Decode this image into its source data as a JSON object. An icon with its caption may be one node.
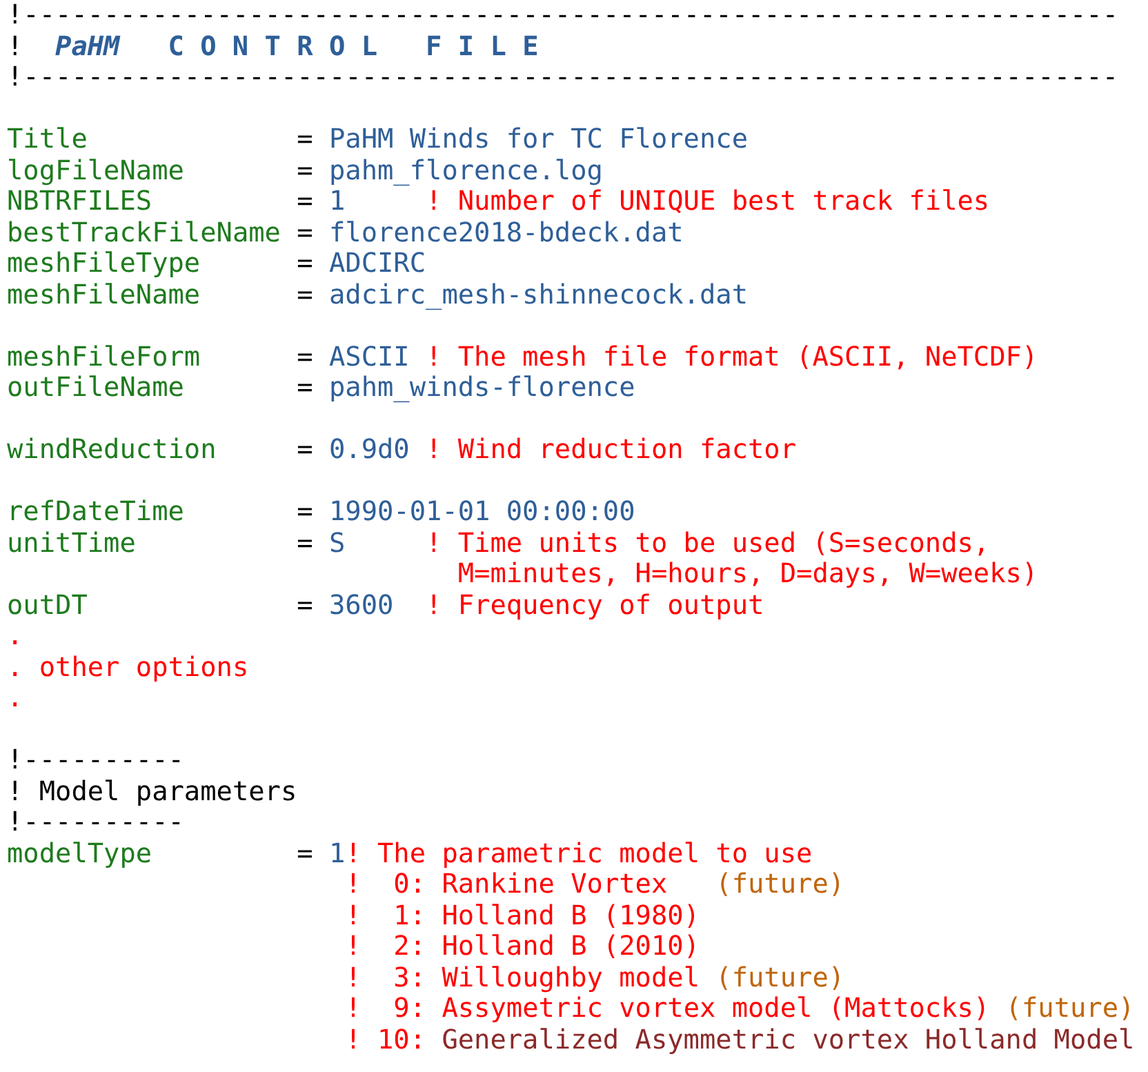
{
  "diagram": {
    "labels": [
      "!--------------------------------------------------------------------",
      "!",
      "PaHM",
      "C O N T R O L   F I L E",
      "!--------------------------------------------------------------------",
      "Title",
      "=",
      "PaHM Winds for TC Florence",
      "logFileName",
      "=",
      "pahm_florence.log",
      "NBTRFILES",
      "=",
      "1",
      "! Number of UNIQUE best track files",
      "bestTrackFileName",
      "=",
      "florence2018-bdeck.dat",
      "meshFileType",
      "=",
      "ADCIRC",
      "meshFileName",
      "=",
      "adcirc_mesh-shinnecock.dat",
      "meshFileForm",
      "=",
      "ASCII",
      "! The mesh file format (ASCII, NeTCDF)",
      "outFileName",
      "=",
      "pahm_winds-florence",
      "windReduction",
      "=",
      "0.9d0",
      "! Wind reduction factor",
      "refDateTime",
      "=",
      "1990-01-01 00:00:00",
      "unitTime",
      "=",
      "S",
      "! Time units to be used (S=seconds, M=minutes, H=hours, D=days, W=weeks)",
      "outDT",
      "=",
      "3600",
      "! Frequency of output",
      ".",
      ". other options",
      ".",
      "!----------",
      "! Model parameters",
      "!----------",
      "modelType",
      "=",
      "1",
      "! The parametric model to use",
      "!  0: Rankine Vortex",
      "(future)",
      "!  1: Holland B (1980)",
      "!  2: Holland B (2010)",
      "!  3: Willoughby model",
      "(future)",
      "!  9: Assymetric vortex model (Mattocks)",
      "(future)",
      "! 10:",
      "Generalized Asymmetric vortex Holland Model"
    ]
  }
}
